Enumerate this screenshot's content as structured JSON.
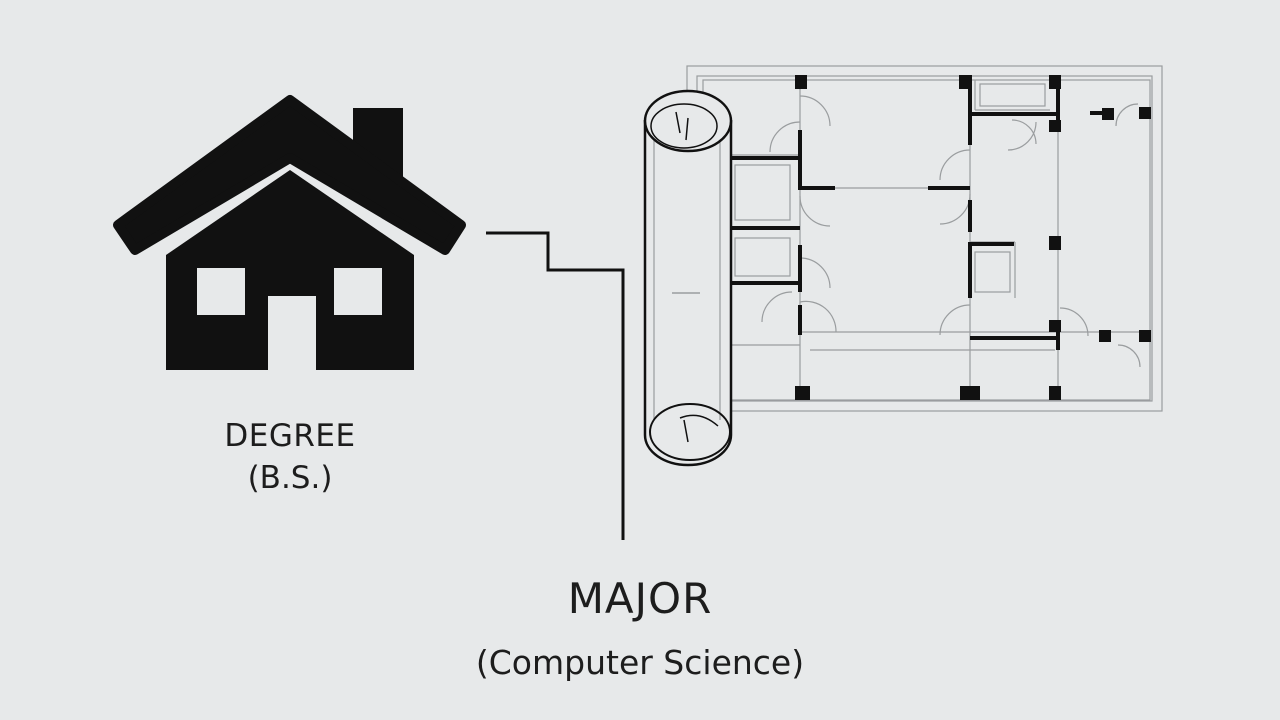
{
  "degree": {
    "title": "DEGREE",
    "subtitle": "(B.S.)",
    "icon": "house-icon"
  },
  "major": {
    "title": "MAJOR",
    "subtitle": "(Computer Science)",
    "icon": "blueprint-scroll-icon"
  },
  "colors": {
    "background": "#e7e9ea",
    "ink": "#111111",
    "line": "#9a9d9f"
  }
}
